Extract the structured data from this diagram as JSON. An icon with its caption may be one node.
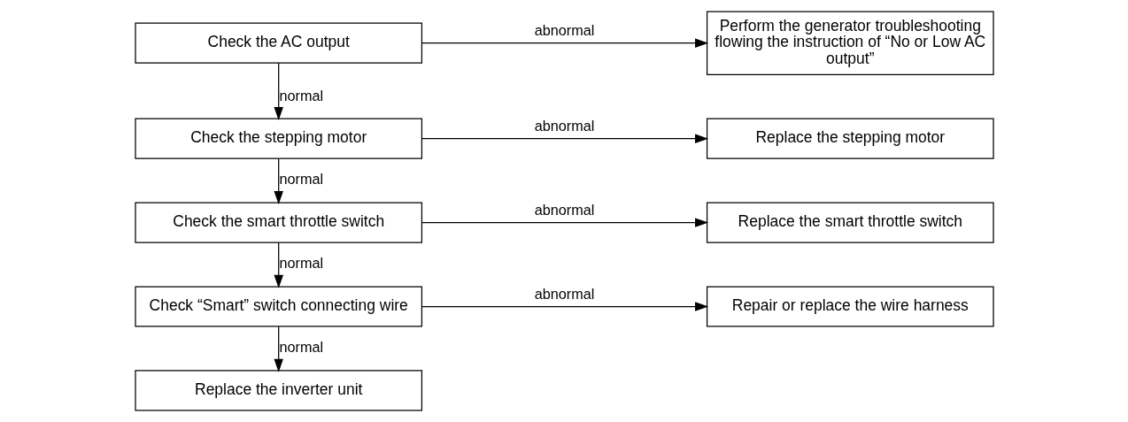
{
  "diagram": {
    "nodes": [
      {
        "text": [
          "Check the AC output"
        ]
      },
      {
        "text": [
          "Perform the generator troubleshooting flowing the instruction of “No or Low AC output”"
        ]
      },
      {
        "text": [
          "Check the stepping motor"
        ]
      },
      {
        "text": [
          "Replace the stepping motor"
        ]
      },
      {
        "text": [
          "Check the smart throttle switch"
        ]
      },
      {
        "text": [
          "Replace the smart throttle switch"
        ]
      },
      {
        "text": [
          "Check “Smart” switch connecting wire"
        ]
      },
      {
        "text": [
          "Repair or replace the wire harness"
        ]
      },
      {
        "text": [
          "Replace the inverter unit"
        ]
      }
    ],
    "edges": [
      {
        "from": 0,
        "to": 1,
        "arrow": "to",
        "label": "abnormal"
      },
      {
        "from": 0,
        "to": 2,
        "arrow": "to",
        "label": "normal"
      },
      {
        "from": 2,
        "to": 3,
        "arrow": "to",
        "label": "abnormal"
      },
      {
        "from": 2,
        "to": 4,
        "arrow": "to",
        "label": "normal"
      },
      {
        "from": 4,
        "to": 5,
        "arrow": "to",
        "label": "abnormal"
      },
      {
        "from": 4,
        "to": 6,
        "arrow": "to",
        "label": "normal"
      },
      {
        "from": 6,
        "to": 7,
        "arrow": "to",
        "label": "abnormal"
      },
      {
        "from": 6,
        "to": 8,
        "arrow": "to",
        "label": "normal"
      }
    ]
  }
}
